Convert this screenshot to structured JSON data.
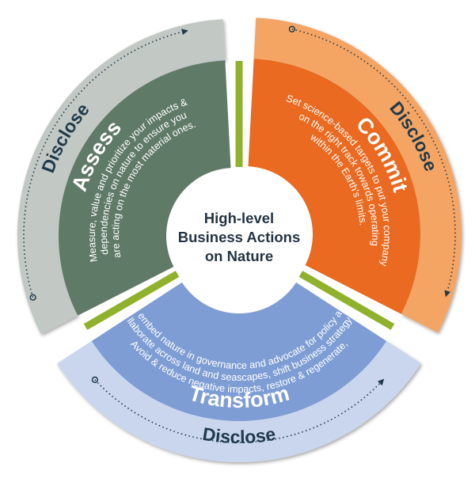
{
  "center": {
    "lines": [
      "High-level",
      "Business Actions",
      "on Nature"
    ]
  },
  "segments": [
    {
      "id": "assess",
      "title": "Assess",
      "description_lines": [
        "Measure, value and prioritize your impacts &",
        "dependencies on nature to ensure you",
        "are acting on the most material ones."
      ],
      "outer_label": "Disclose",
      "inner_color": "#607a68",
      "outer_color": "#c2c8c4"
    },
    {
      "id": "commit",
      "title": "Commit",
      "description_lines": [
        "Set science-based targets to put your company",
        "on the right track towards operating",
        "within the Earth's limits."
      ],
      "outer_label": "Disclose",
      "inner_color": "#e96a20",
      "outer_color": "#f4a463"
    },
    {
      "id": "transform",
      "title": "Transform",
      "description_lines": [
        "Avoid & reduce negative impacts, restore & regenerate,",
        "collaborate across land and seascapes, shift business strategy &",
        "models, embed nature in governance and advocate for policy ambition."
      ],
      "outer_label": "Disclose",
      "inner_color": "#7e9dd4",
      "outer_color": "#c9d6ee"
    }
  ],
  "colors": {
    "separator": "#8fb12b",
    "disclose_text": "#1f3a4a",
    "center_text": "#243443"
  }
}
